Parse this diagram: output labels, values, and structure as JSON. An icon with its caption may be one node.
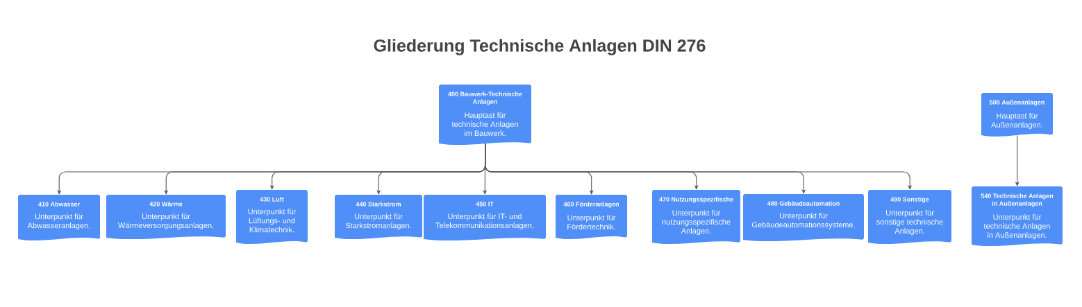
{
  "diagram": {
    "title": "Gliederung Technische Anlagen DIN 276",
    "nodes": [
      {
        "text": [
          "400 Bauwerk-Technische Anlagen",
          "Hauptast für technische Anlagen im Bauwerk."
        ]
      },
      {
        "text": [
          "500 Außenanlagen",
          "Hauptast für Außenanlagen."
        ]
      },
      {
        "text": [
          "410 Abwasser",
          "Unterpunkt für Abwasseranlagen."
        ]
      },
      {
        "text": [
          "420 Wärme",
          "Unterpunkt für Wärmeversorgungsanlagen."
        ]
      },
      {
        "text": [
          "430 Luft",
          "Unterpunkt für Lüftungs- und Klimatechnik."
        ]
      },
      {
        "text": [
          "440 Starkstrom",
          "Unterpunkt für Starkstromanlagen."
        ]
      },
      {
        "text": [
          "450 IT",
          "Unterpunkt für IT- und Telekommunikationsanlagen."
        ]
      },
      {
        "text": [
          "460 Förderanlagen",
          "Unterpunkt für Fördertechnik."
        ]
      },
      {
        "text": [
          "470 Nutzungsspezifische",
          "Unterpunkt für nutzungsspezifische Anlagen."
        ]
      },
      {
        "text": [
          "480 Gebäudeautomation",
          "Unterpunkt für Gebäudeautomationssysteme."
        ]
      },
      {
        "text": [
          "490 Sonstige",
          "Unterpunkt für sonstige technische Anlagen."
        ]
      },
      {
        "text": [
          "540 Technische Anlagen in Außenanlagen",
          "Unterpunkt für technische Anlagen in Außenanlagen."
        ]
      }
    ],
    "edges": [
      {
        "from": 0,
        "to": 2,
        "arrow": "to"
      },
      {
        "from": 0,
        "to": 3,
        "arrow": "to"
      },
      {
        "from": 0,
        "to": 4,
        "arrow": "to"
      },
      {
        "from": 0,
        "to": 5,
        "arrow": "to"
      },
      {
        "from": 0,
        "to": 6,
        "arrow": "to"
      },
      {
        "from": 0,
        "to": 7,
        "arrow": "to"
      },
      {
        "from": 0,
        "to": 8,
        "arrow": "to"
      },
      {
        "from": 0,
        "to": 9,
        "arrow": "to"
      },
      {
        "from": 0,
        "to": 10,
        "arrow": "to"
      },
      {
        "from": 1,
        "to": 11,
        "arrow": "to"
      }
    ]
  }
}
